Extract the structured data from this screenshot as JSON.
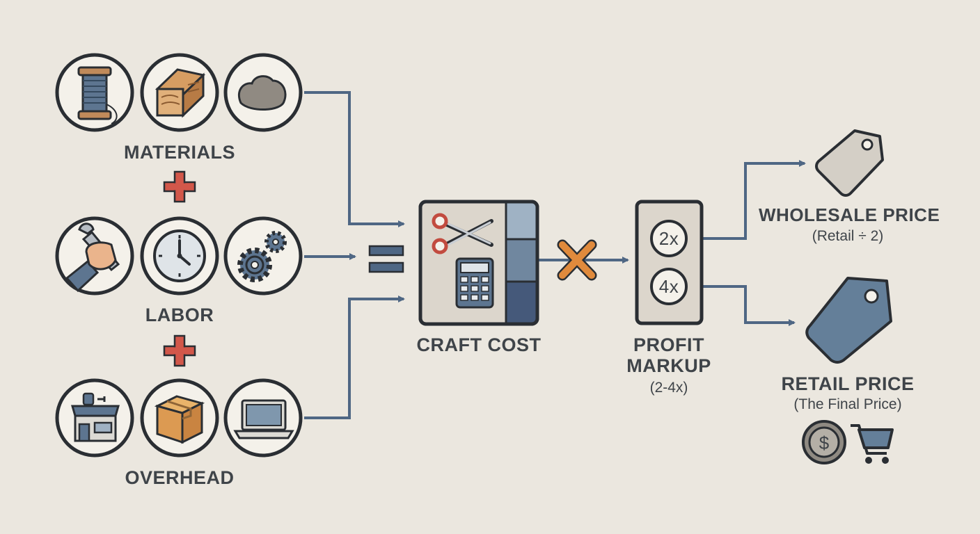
{
  "inputs": {
    "materials": {
      "label": "MATERIALS",
      "icons": [
        "thread-spool",
        "wood-block",
        "clay-lump"
      ]
    },
    "labor": {
      "label": "LABOR",
      "icons": [
        "wrench-hand",
        "clock",
        "gears"
      ]
    },
    "overhead": {
      "label": "OVERHEAD",
      "icons": [
        "shop-power",
        "shipping-box",
        "laptop"
      ]
    }
  },
  "craft_cost": {
    "label": "CRAFT COST",
    "icons": [
      "scissors",
      "calculator"
    ]
  },
  "markup": {
    "label_line1": "PROFIT",
    "label_line2": "MARKUP",
    "label_range": "(2-4x)",
    "options": [
      "2x",
      "4x"
    ]
  },
  "wholesale": {
    "title": "WHOLESALE PRICE",
    "formula": "(Retail ÷ 2)"
  },
  "retail": {
    "title": "RETAIL PRICE",
    "caption": "(The Final Price)",
    "symbol": "$"
  },
  "colors": {
    "background": "#ebe7df",
    "arrow": "#4f6784",
    "plus": "#d2574a",
    "times": "#e08a3c",
    "outline": "#2a2e33",
    "text": "#3f4449",
    "circle_fill": "#f4f1ea",
    "tag_light": "#d4cfc6",
    "tag_blue": "#647f99"
  }
}
